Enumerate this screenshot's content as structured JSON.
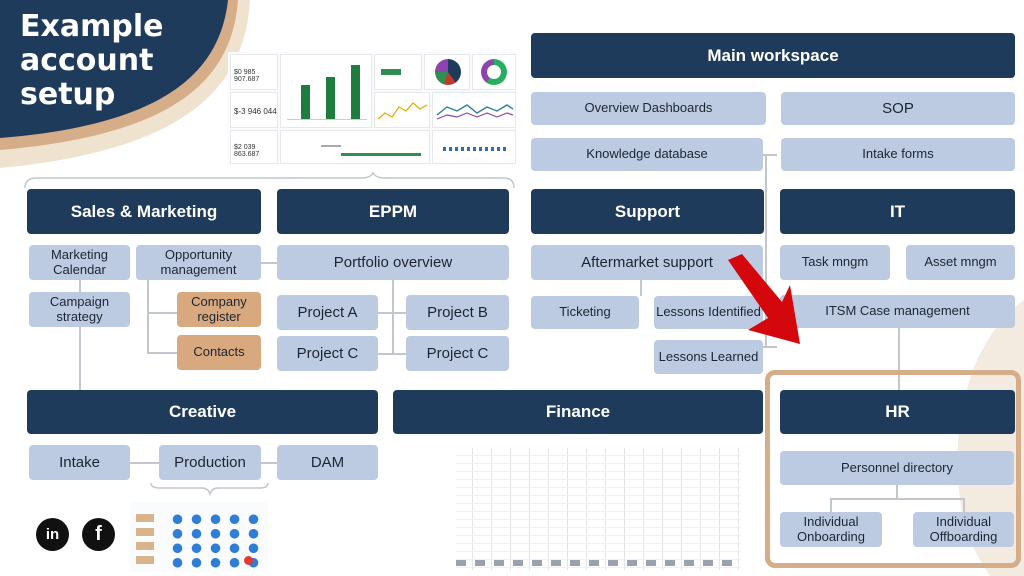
{
  "title": {
    "line1": "Example",
    "line2": "account",
    "line3": "setup"
  },
  "main_workspace": {
    "header": "Main workspace",
    "overview": "Overview Dashboards",
    "sop": "SOP",
    "knowledge": "Knowledge database",
    "intake_forms": "Intake forms"
  },
  "sales": {
    "header": "Sales & Marketing",
    "marketing_calendar": "Marketing Calendar",
    "opportunity": "Opportunity management",
    "campaign": "Campaign strategy",
    "company_register": "Company register",
    "contacts": "Contacts"
  },
  "eppm": {
    "header": "EPPM",
    "portfolio": "Portfolio overview",
    "project_a": "Project A",
    "project_b": "Project B",
    "project_c1": "Project C",
    "project_c2": "Project C"
  },
  "support": {
    "header": "Support",
    "aftermarket": "Aftermarket support",
    "ticketing": "Ticketing",
    "lessons_identified": "Lessons Identified",
    "lessons_learned": "Lessons Learned"
  },
  "it": {
    "header": "IT",
    "task": "Task mngm",
    "asset": "Asset mngm",
    "itsm": "ITSM Case management"
  },
  "creative": {
    "header": "Creative",
    "intake": "Intake",
    "production": "Production",
    "dam": "DAM"
  },
  "finance": {
    "header": "Finance"
  },
  "hr": {
    "header": "HR",
    "personnel": "Personnel directory",
    "onboarding": "Individual Onboarding",
    "offboarding": "Individual Offboarding"
  },
  "dashboard_preview": {
    "kpi1": "$0 985 907.687",
    "kpi2": "$-3 946 044",
    "kpi3": "$2 039 863.687"
  },
  "social": {
    "linkedin": "in",
    "facebook": "f"
  },
  "colors": {
    "navy": "#1f3b5c",
    "light_blue": "#bccbe2",
    "tan": "#d8a87f",
    "cream": "#efe5d6",
    "arrow_red": "#d4080c"
  }
}
